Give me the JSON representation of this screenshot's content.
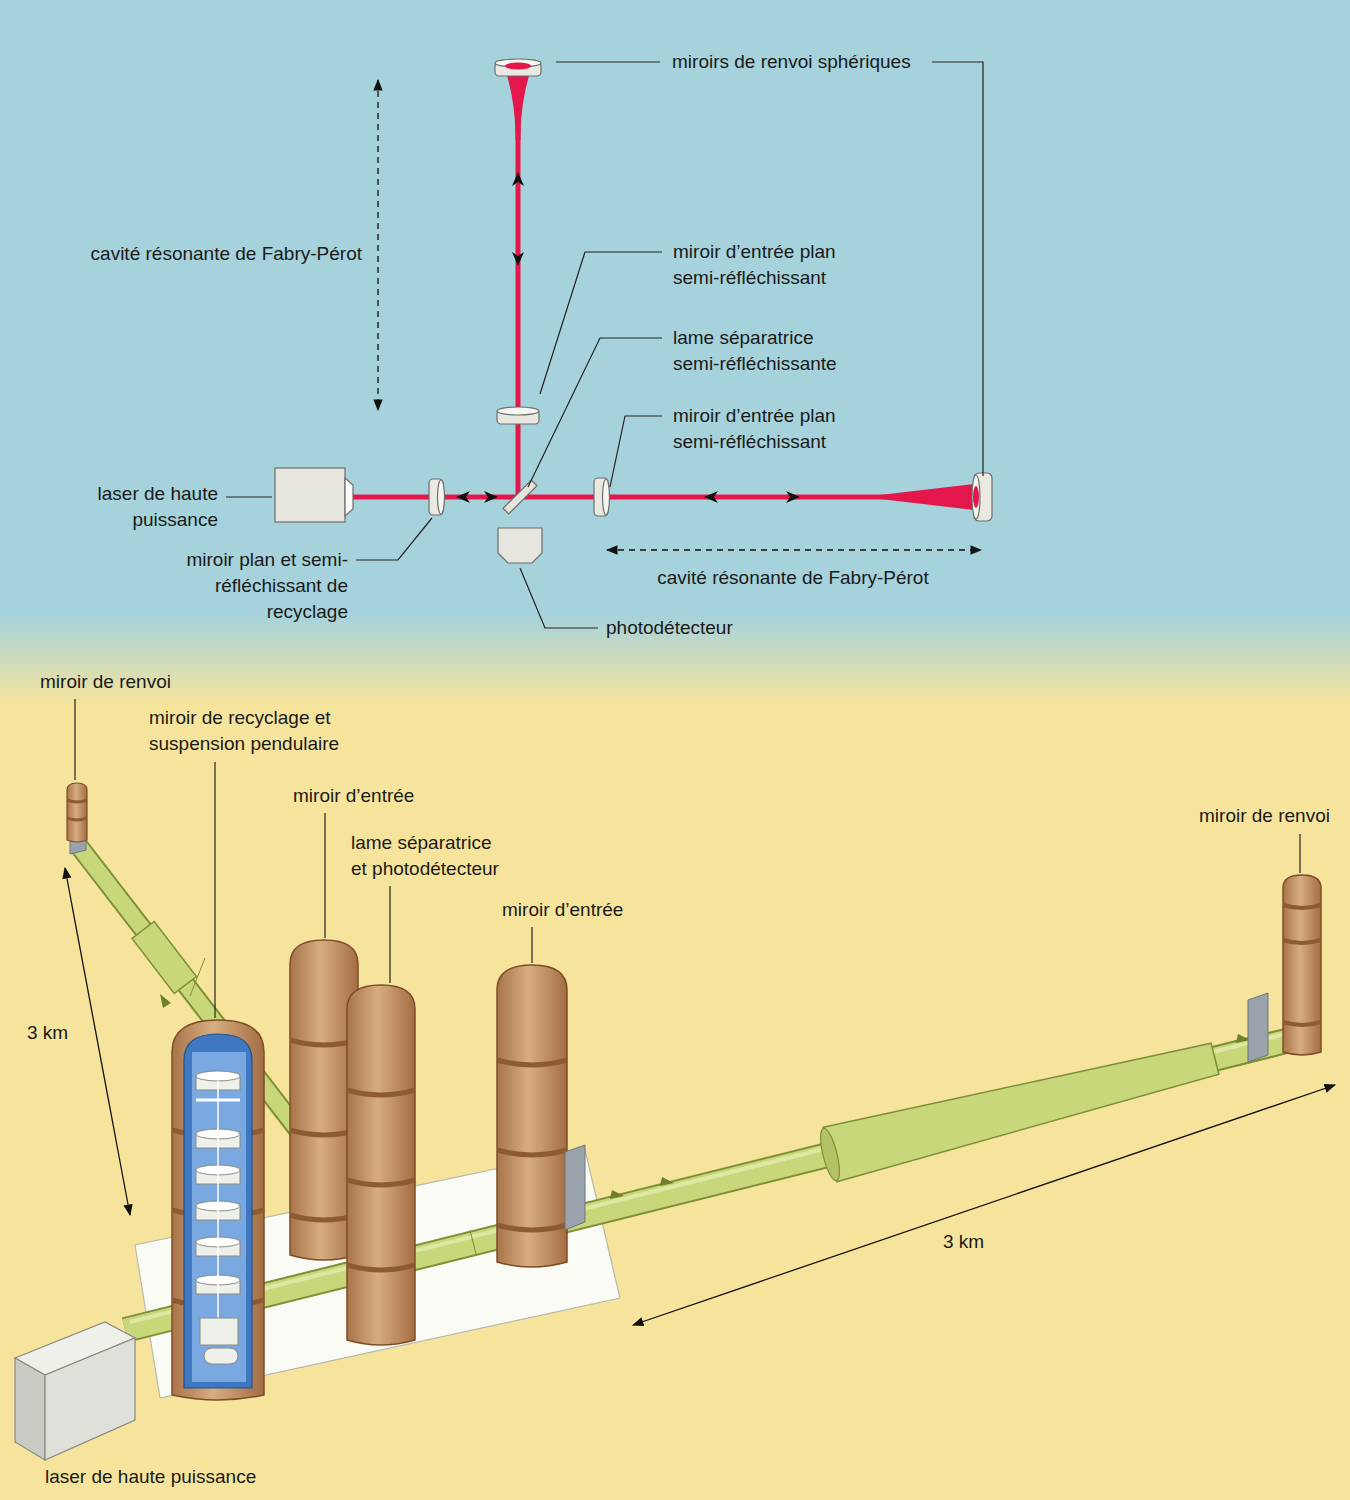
{
  "diagram": {
    "labels": [
      "miroirs de renvoi sphériques",
      "cavité résonante de Fabry-Pérot",
      "miroir d’entrée plan semi-réfléchissant",
      "lame séparatrice semi-réfléchissante",
      "miroir d’entrée plan semi-réfléchissant",
      "laser de haute puissance",
      "miroir plan et semi-réfléchissant de recyclage",
      "cavité résonante de Fabry-Pérot",
      "photodétecteur",
      "miroir de renvoi",
      "miroir de recyclage et suspension pendulaire",
      "miroir d’entrée",
      "lame séparatrice et photodétecteur",
      "miroir d’entrée",
      "miroir de renvoi",
      "3 km",
      "3 km",
      "laser de haute puissance"
    ]
  }
}
